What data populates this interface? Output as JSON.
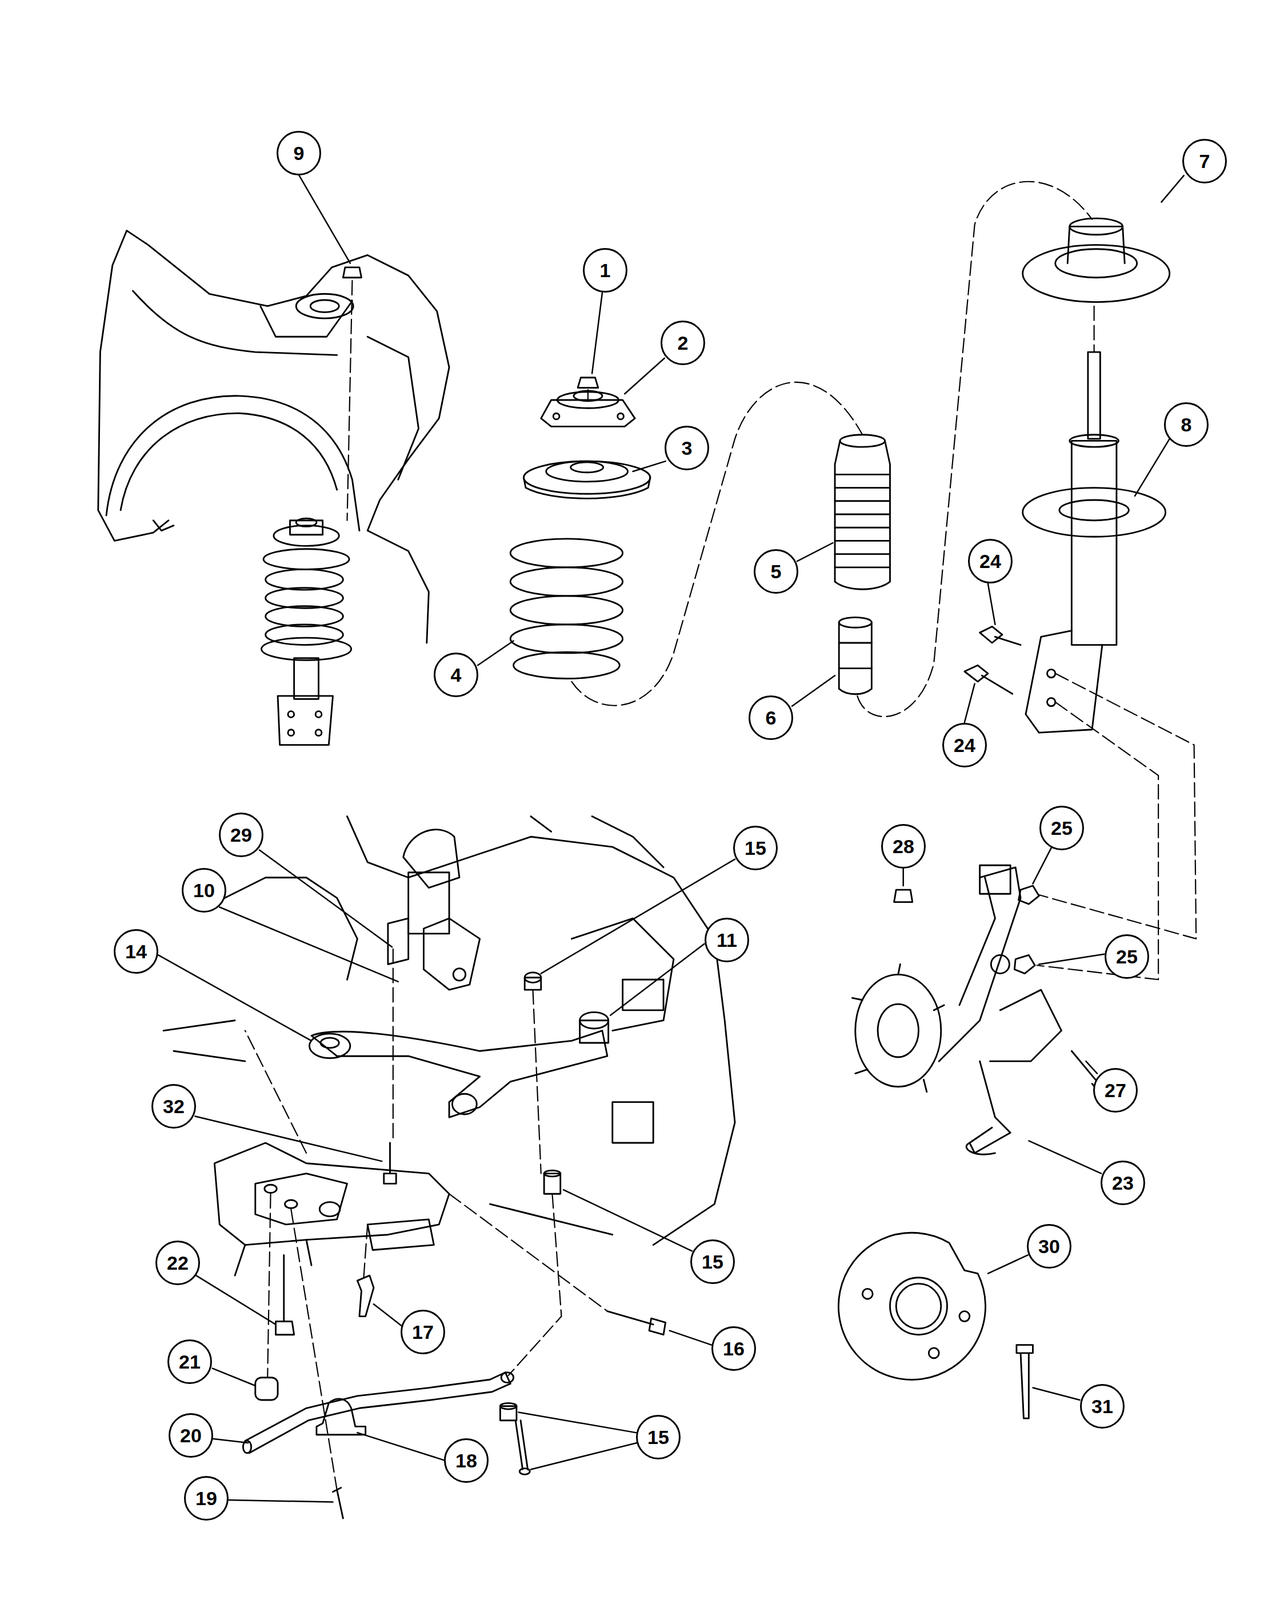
{
  "diagram": {
    "nodes": [
      {
        "text": [
          "9"
        ]
      },
      {
        "text": [
          "7"
        ]
      },
      {
        "text": [
          "1"
        ]
      },
      {
        "text": [
          "2"
        ]
      },
      {
        "text": [
          "8"
        ]
      },
      {
        "text": [
          "3"
        ]
      },
      {
        "text": [
          "24"
        ]
      },
      {
        "text": [
          "5"
        ]
      },
      {
        "text": [
          "4"
        ]
      },
      {
        "text": [
          "6"
        ]
      },
      {
        "text": [
          "24"
        ]
      },
      {
        "text": [
          "25"
        ]
      },
      {
        "text": [
          "29"
        ]
      },
      {
        "text": [
          "28"
        ]
      },
      {
        "text": [
          "15"
        ]
      },
      {
        "text": [
          "10"
        ]
      },
      {
        "text": [
          "11"
        ]
      },
      {
        "text": [
          "14"
        ]
      },
      {
        "text": [
          "25"
        ]
      },
      {
        "text": [
          "27"
        ]
      },
      {
        "text": [
          "32"
        ]
      },
      {
        "text": [
          "23"
        ]
      },
      {
        "text": [
          "30"
        ]
      },
      {
        "text": [
          "15"
        ]
      },
      {
        "text": [
          "22"
        ]
      },
      {
        "text": [
          "17"
        ]
      },
      {
        "text": [
          "16"
        ]
      },
      {
        "text": [
          "21"
        ]
      },
      {
        "text": [
          "31"
        ]
      },
      {
        "text": [
          "20"
        ]
      },
      {
        "text": [
          "15"
        ]
      },
      {
        "text": [
          "18"
        ]
      },
      {
        "text": [
          "19"
        ]
      }
    ]
  }
}
